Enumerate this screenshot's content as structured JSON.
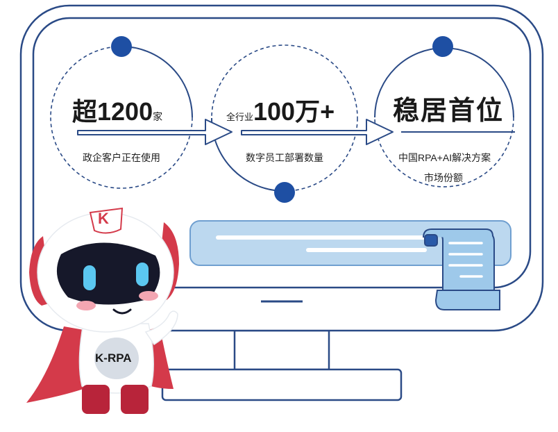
{
  "stats": [
    {
      "prefix": "",
      "value": "超1200",
      "unit": "家",
      "caption": "政企客户正在使用"
    },
    {
      "prefix": "全行业",
      "value": "100万+",
      "unit": "",
      "caption": "数字员工部署数量"
    },
    {
      "prefix": "",
      "value": "稳居首位",
      "unit": "",
      "caption_lines": [
        "中国RPA+AI解决方案",
        "市场份额"
      ]
    }
  ],
  "mascot": {
    "badge_letter": "K",
    "chest_text": "K-RPA"
  },
  "colors": {
    "primary": "#1e4fa3",
    "outline": "#2a4a86",
    "search_bar": "#bcd8ef",
    "scroll": "#9ec9ea",
    "mascot_red": "#d43a4a",
    "mascot_eye": "#5bc7f0"
  }
}
